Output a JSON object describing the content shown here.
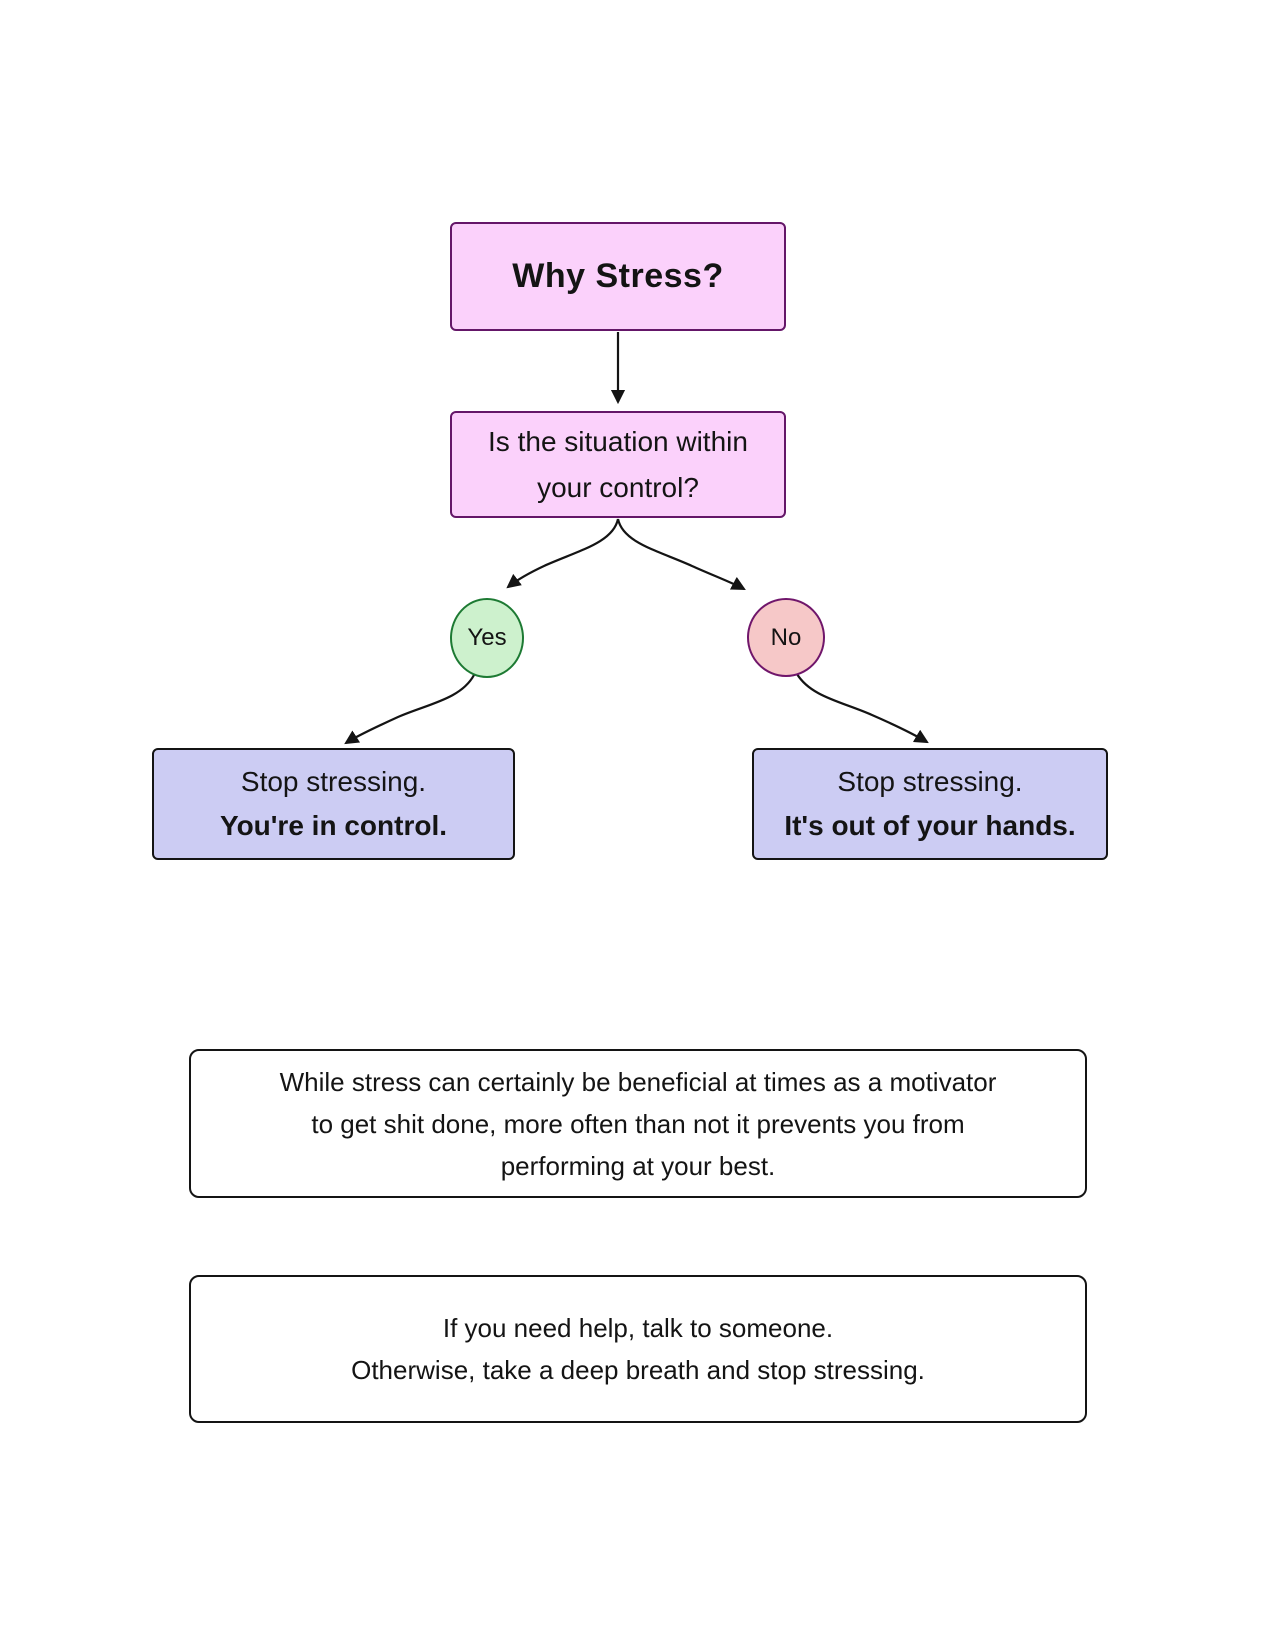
{
  "colors": {
    "pink_fill": "#fbd1fb",
    "pink_border": "#641668",
    "green_fill": "#cdf1cd",
    "green_border": "#1d7a33",
    "red_fill": "#f6c8c8",
    "red_border": "#70166b",
    "purple_fill": "#ccccf3",
    "purple_border": "#141414",
    "note_border": "#141414",
    "arrow": "#141414",
    "ink": "#141414"
  },
  "flowchart": {
    "title": "Why Stress?",
    "question": {
      "line1": "Is the situation within",
      "line2": "your control?"
    },
    "yes_label": "Yes",
    "no_label": "No",
    "outcome_yes": {
      "line1": "Stop stressing.",
      "line2": "You're in control."
    },
    "outcome_no": {
      "line1": "Stop stressing.",
      "line2": "It's out of your hands."
    }
  },
  "notes": {
    "stress_benefit": {
      "line1": "While stress can certainly be beneficial at times as a motivator",
      "line2": "to get shit done, more often than not it prevents you from",
      "line3": "performing at your best."
    },
    "help": {
      "line1": "If you need help, talk to someone.",
      "line2": "Otherwise, take a deep breath and stop stressing."
    }
  }
}
